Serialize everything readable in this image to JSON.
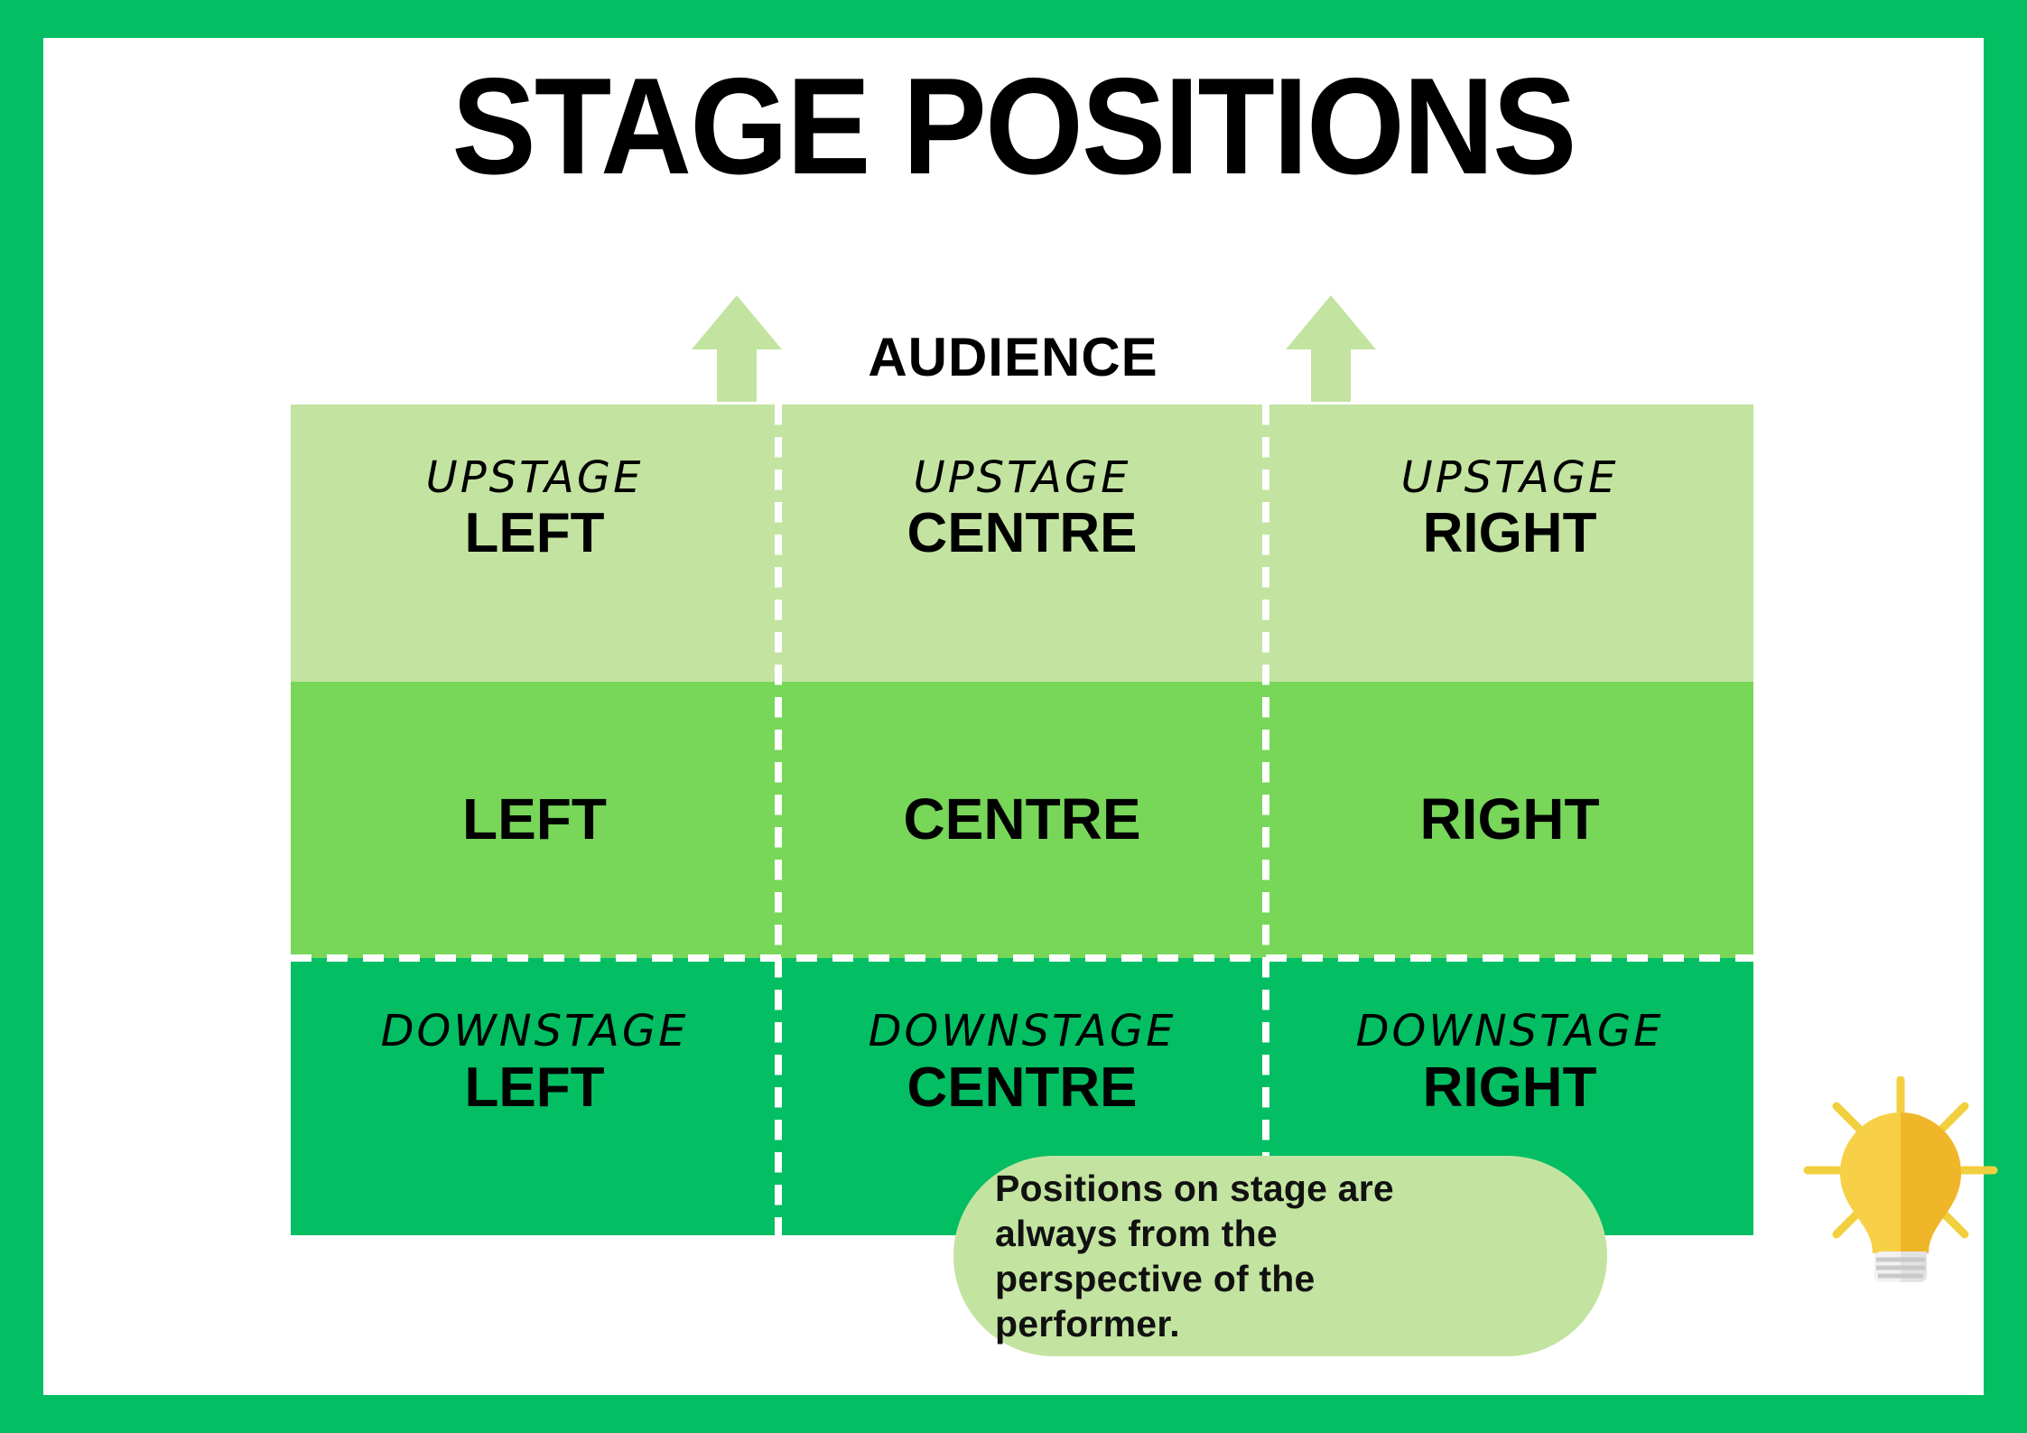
{
  "colors": {
    "frame_green": "#03be63",
    "row_upstage": "#c3e4a0",
    "row_middle": "#78d659",
    "row_downstage": "#03be63",
    "arrow_green": "#c3e4a0",
    "tip_bg": "#c3e4a0",
    "bulb_yellow": "#f7d047",
    "bulb_yellow_shade": "#f0b62a",
    "bulb_base": "#f2f2f2",
    "text_black": "#000000",
    "divider_white": "#ffffff"
  },
  "header": {
    "title": "STAGE POSITIONS"
  },
  "audience": {
    "label": "AUDIENCE",
    "left_arrow_icon": "arrow-up-icon",
    "right_arrow_icon": "arrow-up-icon"
  },
  "grid": {
    "rows": [
      {
        "id": "upstage",
        "background": "#c3e4a0",
        "cells": [
          {
            "prefix": "UPSTAGE",
            "position": "LEFT"
          },
          {
            "prefix": "UPSTAGE",
            "position": "CENTRE"
          },
          {
            "prefix": "UPSTAGE",
            "position": "RIGHT"
          }
        ]
      },
      {
        "id": "middle",
        "background": "#78d659",
        "cells": [
          {
            "prefix": "",
            "position": "LEFT"
          },
          {
            "prefix": "",
            "position": "CENTRE"
          },
          {
            "prefix": "",
            "position": "RIGHT"
          }
        ]
      },
      {
        "id": "downstage",
        "background": "#03be63",
        "cells": [
          {
            "prefix": "DOWNSTAGE",
            "position": "LEFT"
          },
          {
            "prefix": "DOWNSTAGE",
            "position": "CENTRE"
          },
          {
            "prefix": "DOWNSTAGE",
            "position": "RIGHT"
          }
        ]
      }
    ]
  },
  "tip": {
    "text": "Positions on stage are always from the perspective of the performer.",
    "icon": "lightbulb-icon"
  }
}
